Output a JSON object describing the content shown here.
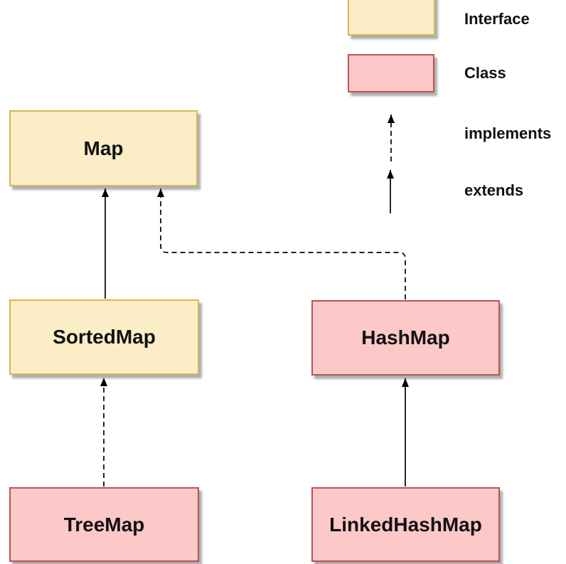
{
  "diagram": {
    "description": "Java Map collection hierarchy diagram",
    "nodes": [
      {
        "id": "map",
        "label": "Map",
        "type": "interface"
      },
      {
        "id": "sortedmap",
        "label": "SortedMap",
        "type": "interface"
      },
      {
        "id": "treemap",
        "label": "TreeMap",
        "type": "class"
      },
      {
        "id": "hashmap",
        "label": "HashMap",
        "type": "class"
      },
      {
        "id": "linkedhashmap",
        "label": "LinkedHashMap",
        "type": "class"
      }
    ],
    "edges": [
      {
        "from": "SortedMap",
        "to": "Map",
        "relation": "extends",
        "style": "solid-arrow"
      },
      {
        "from": "TreeMap",
        "to": "SortedMap",
        "relation": "implements",
        "style": "dashed-arrow"
      },
      {
        "from": "HashMap",
        "to": "Map",
        "relation": "implements",
        "style": "dashed-arrow",
        "route": "up-left-up elbow"
      },
      {
        "from": "LinkedHashMap",
        "to": "HashMap",
        "relation": "extends",
        "style": "solid-arrow"
      }
    ]
  },
  "legend": {
    "items": [
      {
        "symbol": "interface-box",
        "label": "Interface"
      },
      {
        "symbol": "class-box",
        "label": "Class"
      },
      {
        "symbol": "dashed-arrow",
        "label": "implements"
      },
      {
        "symbol": "solid-arrow",
        "label": "extends"
      }
    ]
  },
  "colors": {
    "interface_fill": "#FBEEC7",
    "interface_border": "#D6B656",
    "class_fill": "#FDC8C8",
    "class_border": "#B85450",
    "line": "#000000",
    "text": "#111111",
    "background": "#FFFFFF"
  }
}
